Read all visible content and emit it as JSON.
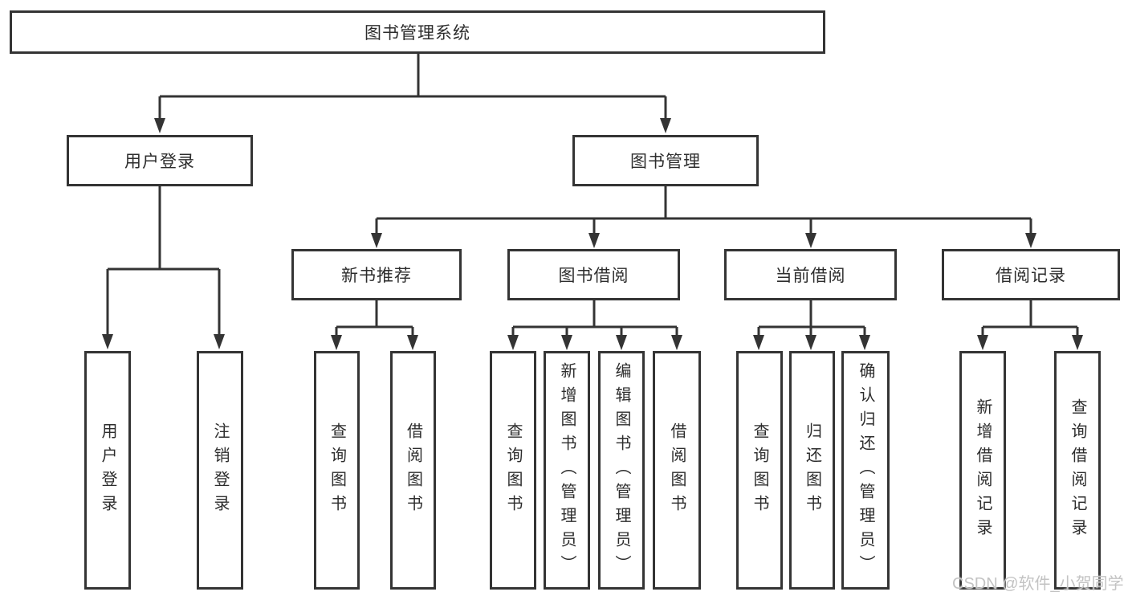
{
  "diagram": {
    "tree": {
      "root": {
        "label": "图书管理系统"
      },
      "branches": [
        {
          "label": "用户登录",
          "children": [
            {
              "label": "用户登录"
            },
            {
              "label": "注销登录"
            }
          ]
        },
        {
          "label": "图书管理",
          "children": [
            {
              "label": "新书推荐",
              "children": [
                {
                  "label": "查询图书"
                },
                {
                  "label": "借阅图书"
                }
              ]
            },
            {
              "label": "图书借阅",
              "children": [
                {
                  "label": "查询图书"
                },
                {
                  "label": "新增图书（管理员）"
                },
                {
                  "label": "编辑图书（管理员）"
                },
                {
                  "label": "借阅图书"
                }
              ]
            },
            {
              "label": "当前借阅",
              "children": [
                {
                  "label": "查询图书"
                },
                {
                  "label": "归还图书"
                },
                {
                  "label": "确认归还（管理员）"
                }
              ]
            },
            {
              "label": "借阅记录",
              "children": [
                {
                  "label": "新增借阅记录"
                },
                {
                  "label": "查询借阅记录"
                }
              ]
            }
          ]
        }
      ]
    }
  },
  "watermark": {
    "text": "CSDN @软件_小贺同学"
  },
  "colors": {
    "line": "#343434",
    "box_border": "#343434",
    "text": "#2d2d2d",
    "background": "#ffffff",
    "watermark": "#c3c3c3"
  }
}
